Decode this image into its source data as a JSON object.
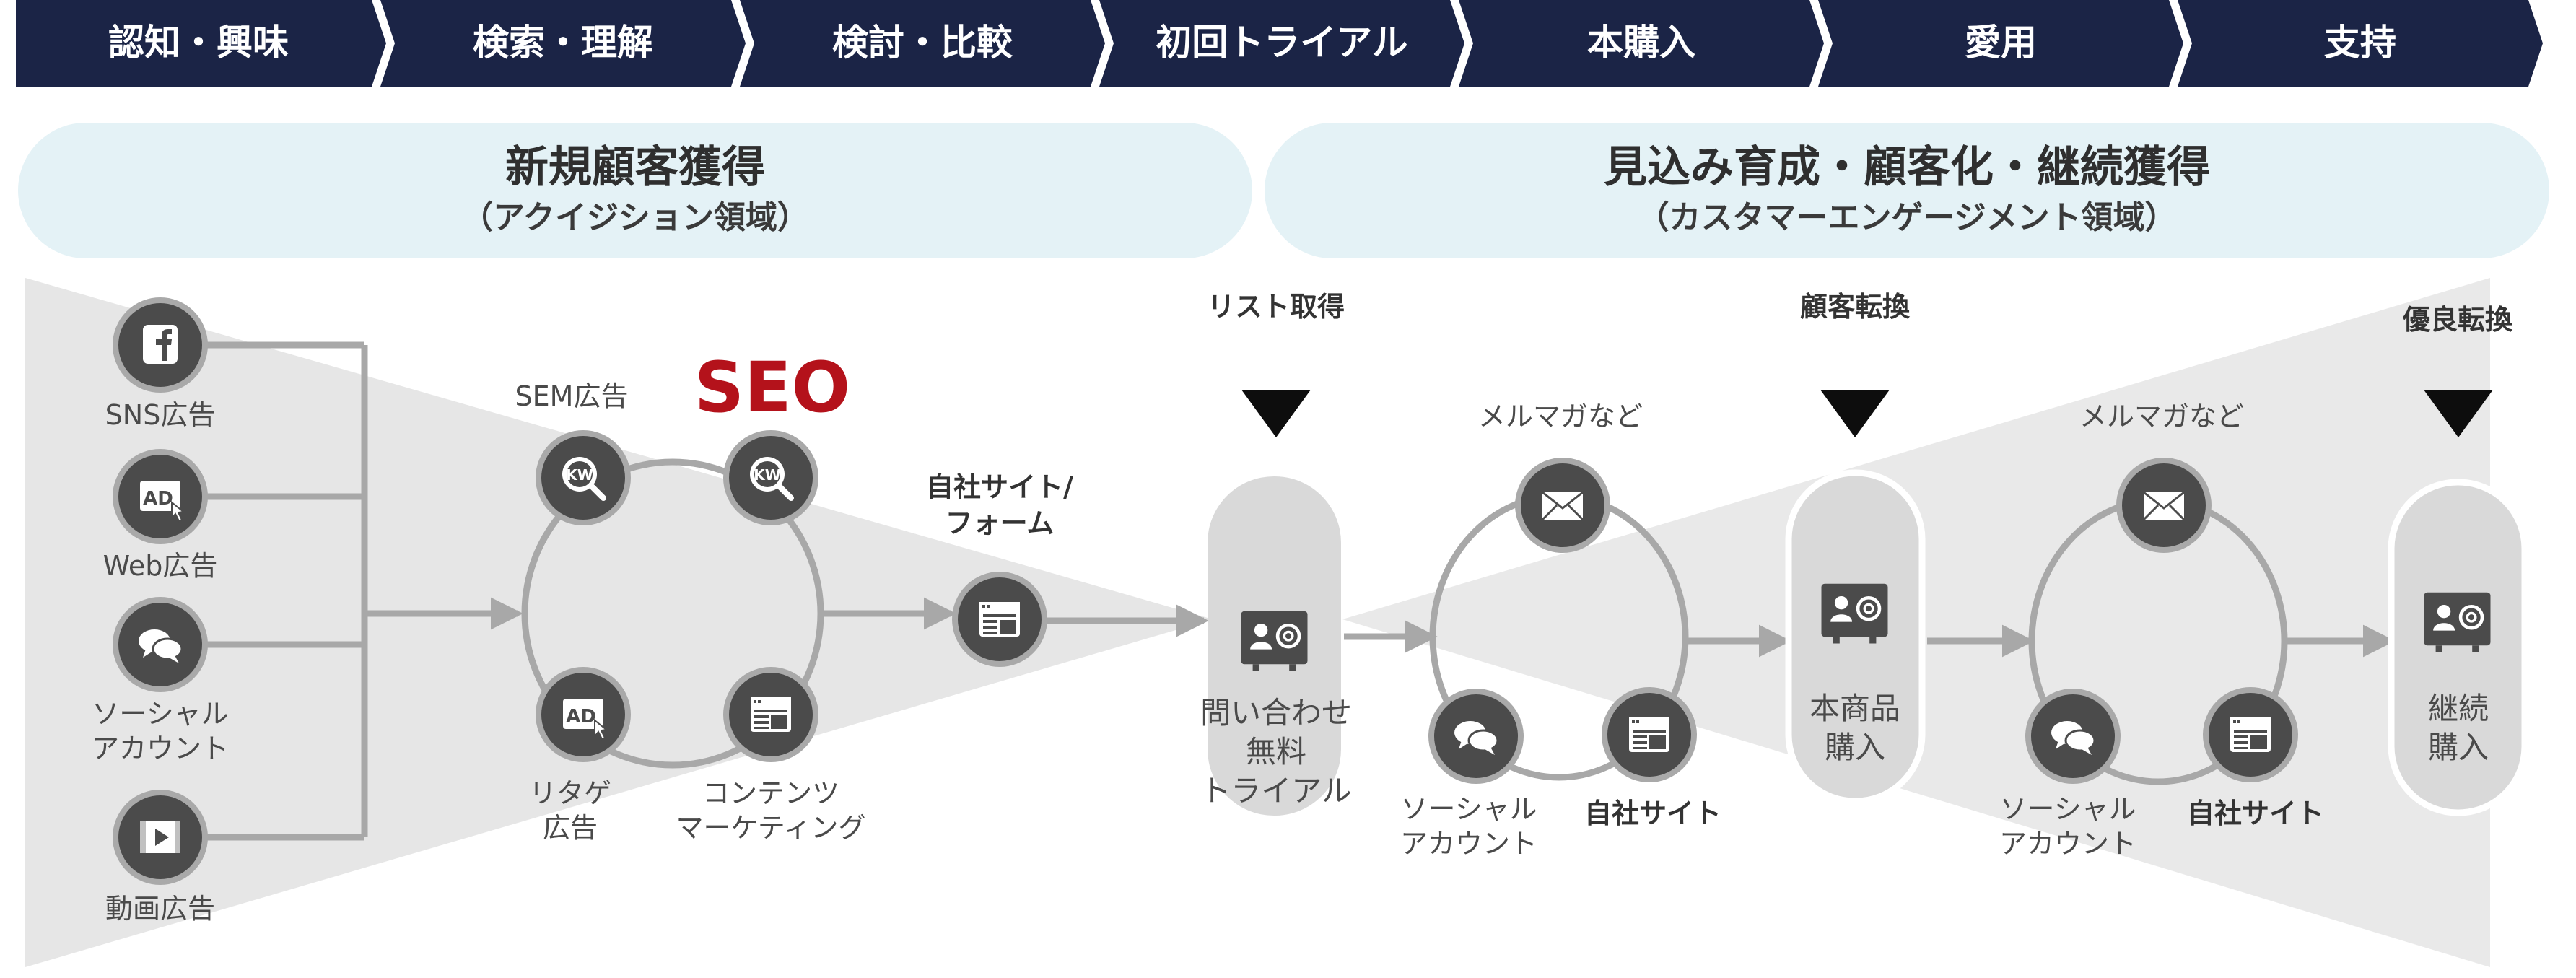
{
  "stages": [
    "認知・興味",
    "検索・理解",
    "検討・比較",
    "初回トライアル",
    "本購入",
    "愛用",
    "支持"
  ],
  "sections": {
    "acquisition": {
      "title": "新規顧客獲得",
      "subtitle": "（アクイジション領域）"
    },
    "engagement": {
      "title": "見込み育成・顧客化・継続獲得",
      "subtitle": "（カスタマーエンゲージメント領域）"
    }
  },
  "channels": {
    "sns": {
      "label": "SNS広告",
      "icon": "facebook-icon"
    },
    "web": {
      "label": "Web広告",
      "icon": "ad-icon"
    },
    "social": {
      "label_lines": [
        "ソーシャル",
        "アカウント"
      ],
      "icon": "chat-icon"
    },
    "video": {
      "label": "動画広告",
      "icon": "video-icon"
    }
  },
  "search_loop": {
    "sem": {
      "label": "SEM広告",
      "icon": "keyword-search-icon"
    },
    "seo": {
      "label": "SEO",
      "icon": "keyword-search-icon"
    },
    "retarget": {
      "label_lines": [
        "リタゲ",
        "広告"
      ],
      "icon": "ad-icon"
    },
    "content": {
      "label_lines": [
        "コンテンツ",
        "マーケティング"
      ],
      "icon": "browser-window-icon"
    }
  },
  "own_site_form": {
    "label_lines": [
      "自社サイト/",
      "フォーム"
    ],
    "icon": "browser-window-icon"
  },
  "milestones": {
    "list": {
      "label": "リスト取得",
      "pill_lines": [
        "問い合わせ",
        "無料",
        "トライアル"
      ]
    },
    "conversion": {
      "label": "顧客転換",
      "pill_lines": [
        "本商品",
        "購入"
      ]
    },
    "loyal": {
      "label": "優良転換",
      "pill_lines": [
        "継続",
        "購入"
      ]
    }
  },
  "nurture_loops": [
    {
      "mail_label": "メルマガなど",
      "social_lines": [
        "ソーシャル",
        "アカウント"
      ],
      "site_label": "自社サイト"
    },
    {
      "mail_label": "メルマガなど",
      "social_lines": [
        "ソーシャル",
        "アカウント"
      ],
      "site_label": "自社サイト"
    }
  ],
  "colors": {
    "stage_bar": "#1b2446",
    "section_band": "#e4f2f6",
    "funnel": "#e6e6e6",
    "icon_fill": "#4b4b4b",
    "icon_ring": "#a9a9a9",
    "connector": "#a8a8a8",
    "seo": "#b4121b"
  }
}
